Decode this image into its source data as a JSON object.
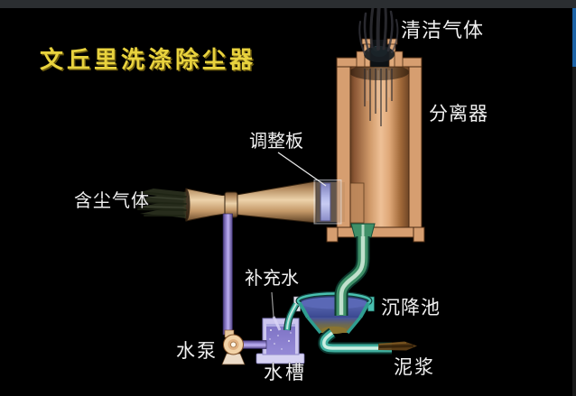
{
  "window": {
    "topbar_color": "#2b2e31",
    "scrollbar_thumb_color": "#1d64a8",
    "scrollbar_track_color": "#191919"
  },
  "title": {
    "text": "文丘里洗涤除尘器",
    "color": "#e8d23e"
  },
  "labels": {
    "clean_gas": "清洁气体",
    "separator": "分离器",
    "adjustment_plate": "调整板",
    "dusty_gas": "含尘气体",
    "makeup_water": "补充水",
    "settling_basin": "沉降池",
    "water_pump": "水泵",
    "water_tank": "水槽",
    "slurry": "泥浆"
  },
  "palette": {
    "background": "#000000",
    "label_text": "#f0f0f0",
    "vessel_copper_wall": "#d69e70",
    "vessel_copper_light": "#ecbc8e",
    "venturi_tan": "#e8cca4",
    "adjustment_plate_blue": "#b4b8ee",
    "water_pipe_purple": "#9c8cd8",
    "drain_pipe_green": "#3f9068",
    "basin_teal": "#49c0b0",
    "basin_water_blue": "#46549e",
    "tank_lavender": "#ccc6ee",
    "mud_olive": "#8a7430",
    "slurry_brown": "#5e3e16",
    "smoke_dark": "#2c2c32"
  }
}
